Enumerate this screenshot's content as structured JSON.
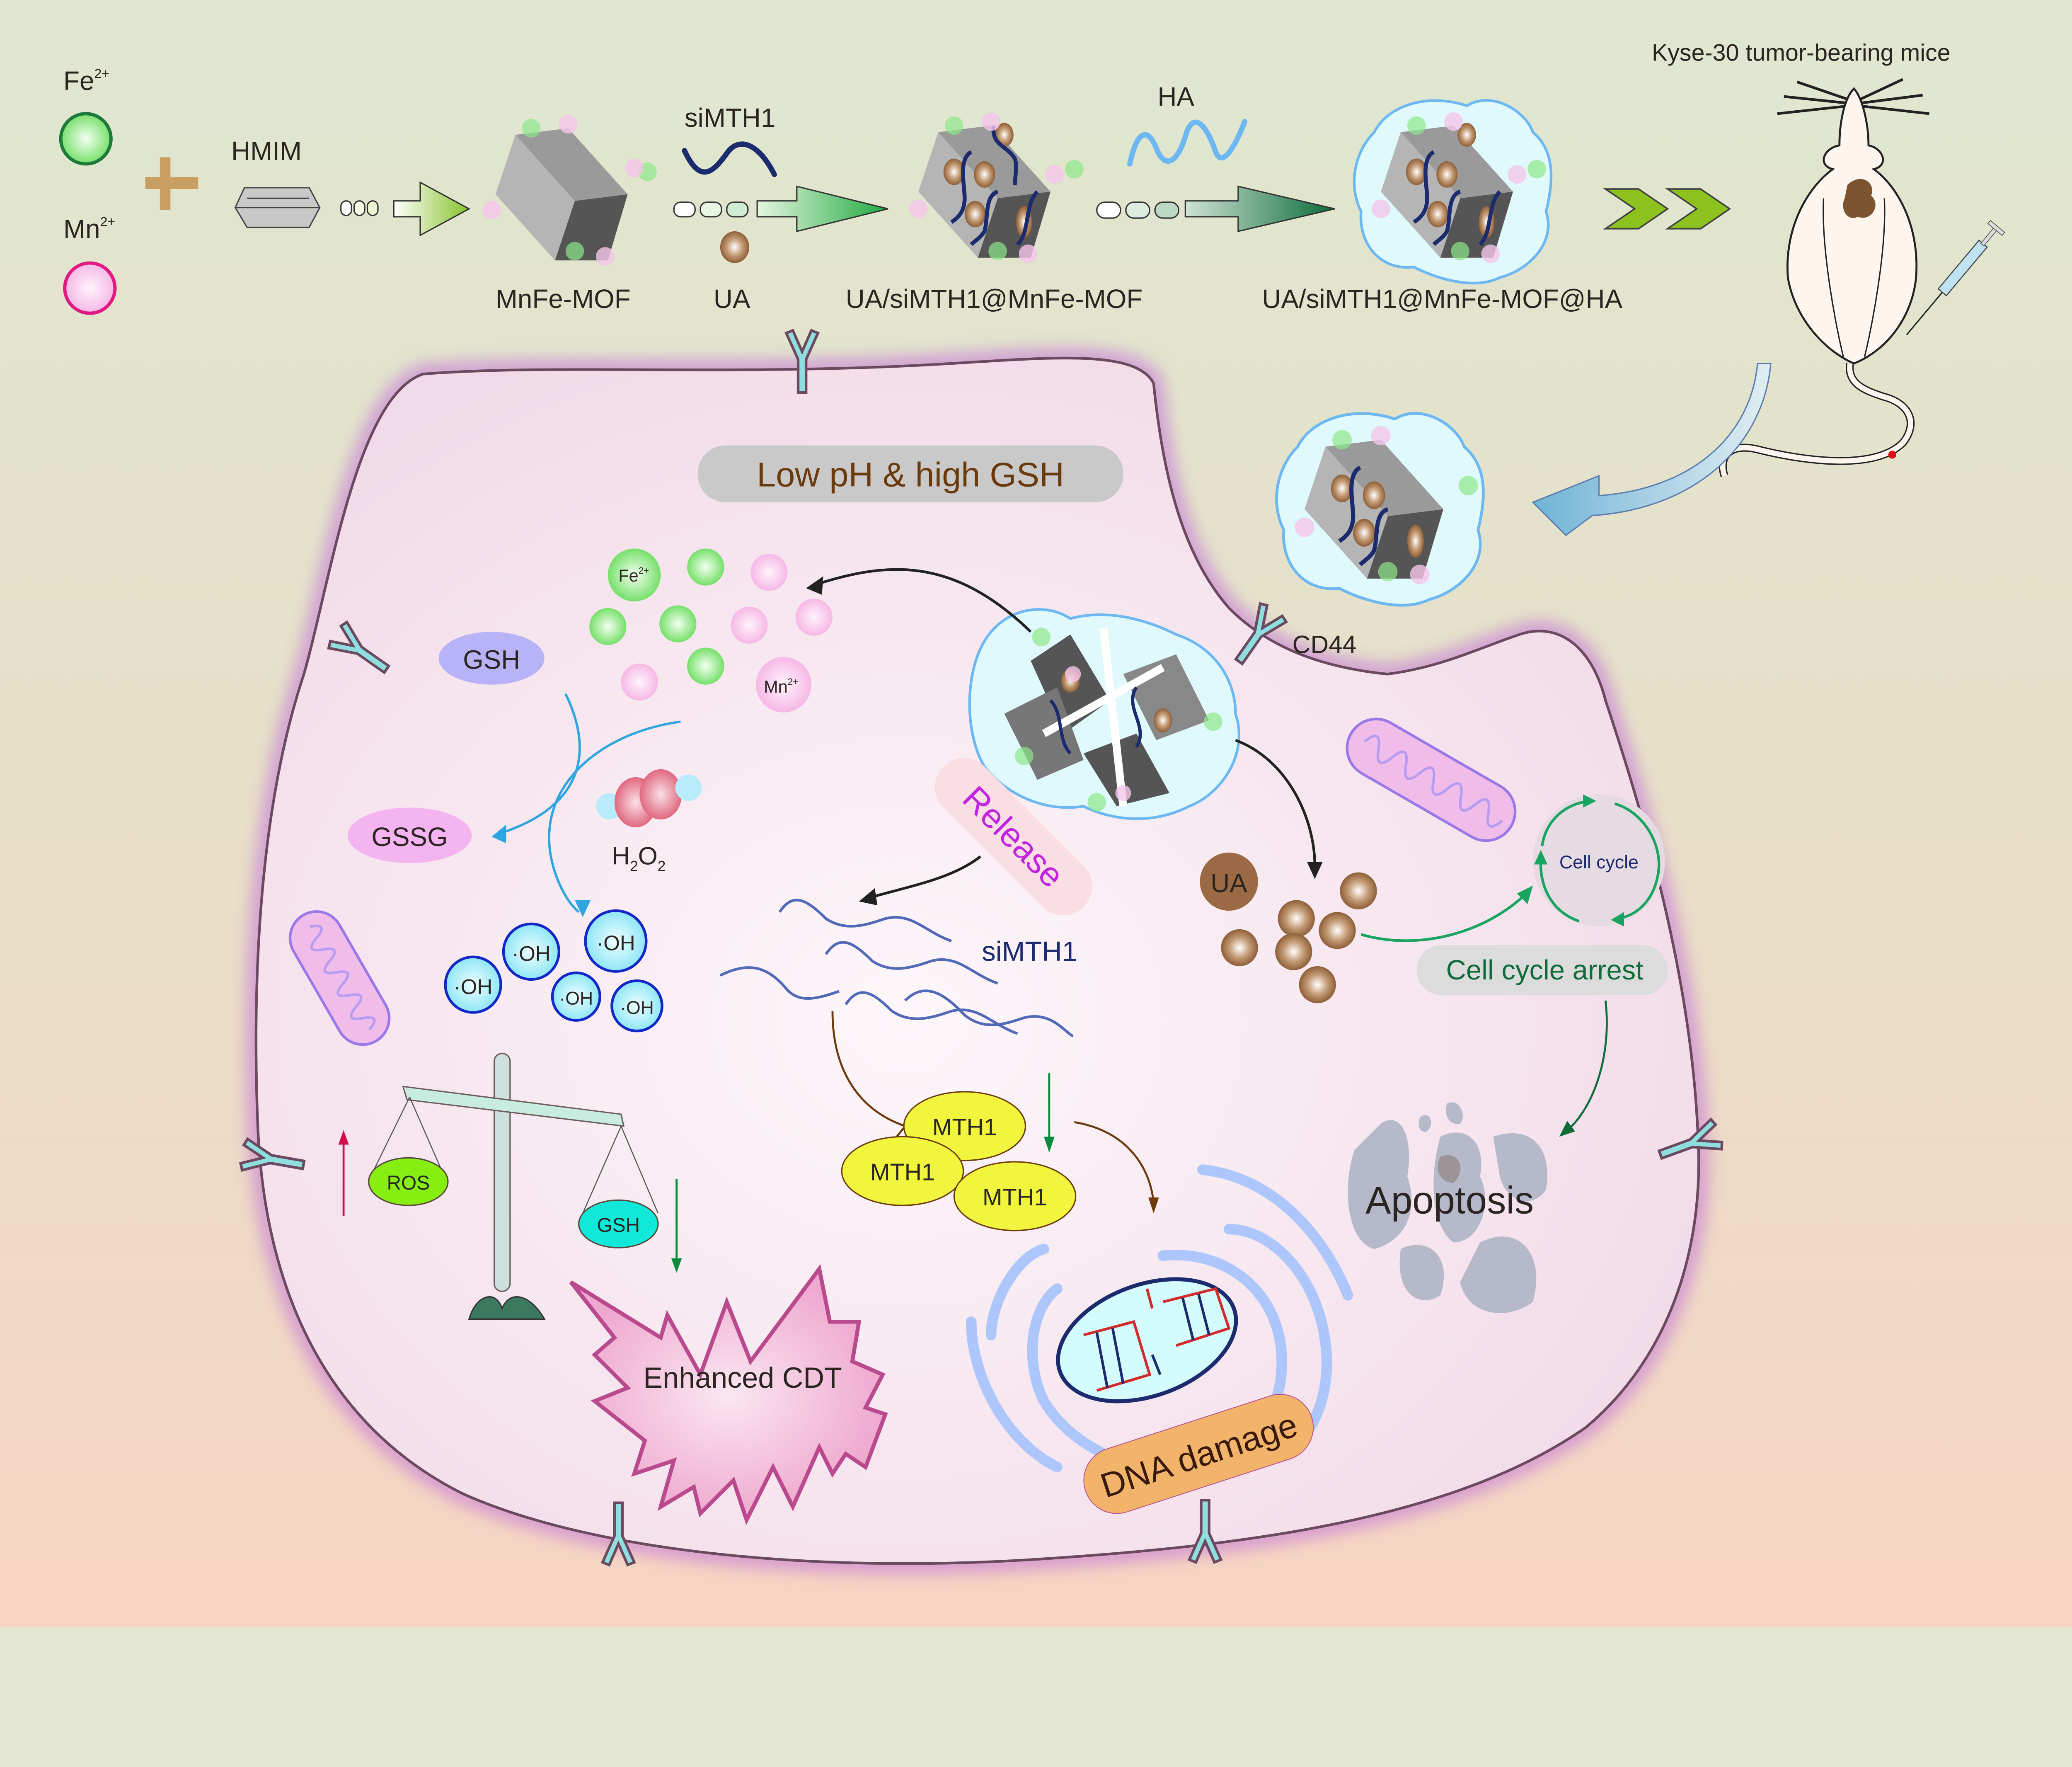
{
  "synthesis": {
    "fe_label": "Fe",
    "fe_charge": "2+",
    "mn_label": "Mn",
    "mn_charge": "2+",
    "hmim_label": "HMIM",
    "mof_label": "MnFe-MOF",
    "simth1_label": "siMTH1",
    "ua_label": "UA",
    "loaded_label": "UA/siMTH1@MnFe-MOF",
    "ha_label": "HA",
    "coated_label": "UA/siMTH1@MnFe-MOF@HA",
    "mice_label": "Kyse-30 tumor-bearing mice"
  },
  "cell": {
    "tme_label": "Low pH & high GSH",
    "receptor_label": "CD44",
    "release_label": "Release",
    "fe_ion_label": "Fe",
    "fe_ion_charge": "2+",
    "mn_ion_label": "Mn",
    "mn_ion_charge": "2+",
    "gsh_label": "GSH",
    "gssg_label": "GSSG",
    "h2o2_h": "H",
    "h2o2_sub1": "2",
    "h2o2_o": "O",
    "h2o2_sub2": "2",
    "oh_labels": [
      "·OH",
      "·OH",
      "·OH",
      "·OH",
      "·OH"
    ],
    "ros_label": "ROS",
    "scale_gsh_label": "GSH",
    "cdt_label": "Enhanced CDT",
    "simth1_label": "siMTH1",
    "mth1_labels": [
      "MTH1",
      "MTH1",
      "MTH1"
    ],
    "dna_label": "DNA damage",
    "ua_label": "UA",
    "cell_cycle_label": "Cell cycle",
    "arrest_label": "Cell cycle arrest",
    "apoptosis_label": "Apoptosis"
  },
  "colors": {
    "background_top": "#e0e6d0",
    "background_bottom": "#f5d5c3",
    "cell_fill": "#f5e4ee",
    "membrane": "#6b4a60",
    "fe_green": "#7fe07a",
    "mn_pink": "#f7bfe9",
    "ua_brown": "#9b6a44",
    "sirna_navy": "#1c2a6e",
    "ha_blue": "#6db8f2",
    "receptor_cyan": "#8fdfe0",
    "mth1_yellow": "#f1f53e",
    "dna_label_orange": "#f2b46b",
    "arrest_green": "#0f6b3a"
  }
}
